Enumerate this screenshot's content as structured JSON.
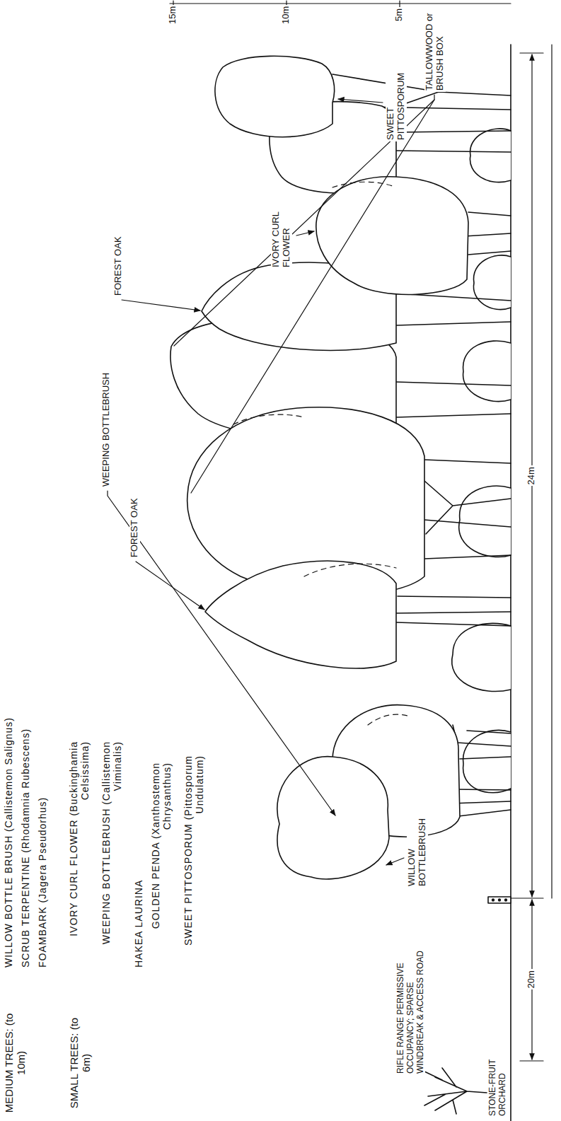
{
  "diagram": {
    "labels": [
      "MEDIUM TREES: (to 10m)",
      "WILLOW BOTTLE BRUSH (Callistemon Salignus)",
      "SCRUB TERPENTINE (Rhodamnia Rubescens)",
      "FOAMBARK (Jagera Pseudorhus)",
      "SMALL TREES: (to 6m)",
      "IVORY CURL FLOWER (Buckinghamia Celsissima)",
      "WEEPING BOTTLEBRUSH (Callistemon Viminalis)",
      "HAKEA LAURINA",
      "GOLDEN PENDA (Xanthostemon Chrysanthus)",
      "SWEET PITTOSPORUM (Pittosporum Undulatum)",
      "TALLOWWOOD or BRUSH BOX",
      "15m",
      "10m",
      "5m",
      "SWEET PITTOSPORUM",
      "IVORY CURL FLOWER",
      "FOREST OAK",
      "WEEPING BOTTLEBRUSH",
      "FOREST OAK",
      "WILLOW BOTTLEBRUSH",
      "RIFLE RANGE PERMISSIVE OCCUPANCY; SPARSE WINDBREAK & ACCESS ROAD",
      "STONE-FRUIT ORCHARD",
      "24m",
      "20m"
    ]
  }
}
